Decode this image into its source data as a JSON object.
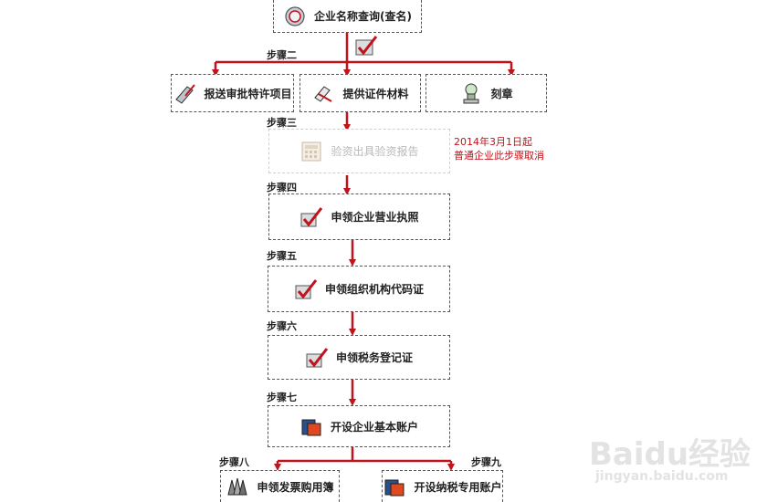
{
  "steps": {
    "s1": "企业名称查询(查名)",
    "s2_label": "步骤二",
    "s2a": "报送审批特许项目",
    "s2b": "提供证件材料",
    "s2c": "刻章",
    "s3_label": "步骤三",
    "s3": "验资出具验资报告",
    "s3_note_line1": "2014年3月1日起",
    "s3_note_line2": "普通企业此步骤取消",
    "s4_label": "步骤四",
    "s4": "申领企业营业执照",
    "s5_label": "步骤五",
    "s5": "申领组织机构代码证",
    "s6_label": "步骤六",
    "s6": "申领税务登记证",
    "s7_label": "步骤七",
    "s7": "开设企业基本账户",
    "s8_label": "步骤八",
    "s8": "申领发票购用簿",
    "s9_label": "步骤九",
    "s9": "开设纳税专用账户"
  },
  "colors": {
    "arrow": "#c0131b",
    "border": "#555555",
    "faded": "#cfcfcf"
  },
  "watermark": {
    "brand": "Baidu经验",
    "url": "jingyan.baidu.com"
  }
}
